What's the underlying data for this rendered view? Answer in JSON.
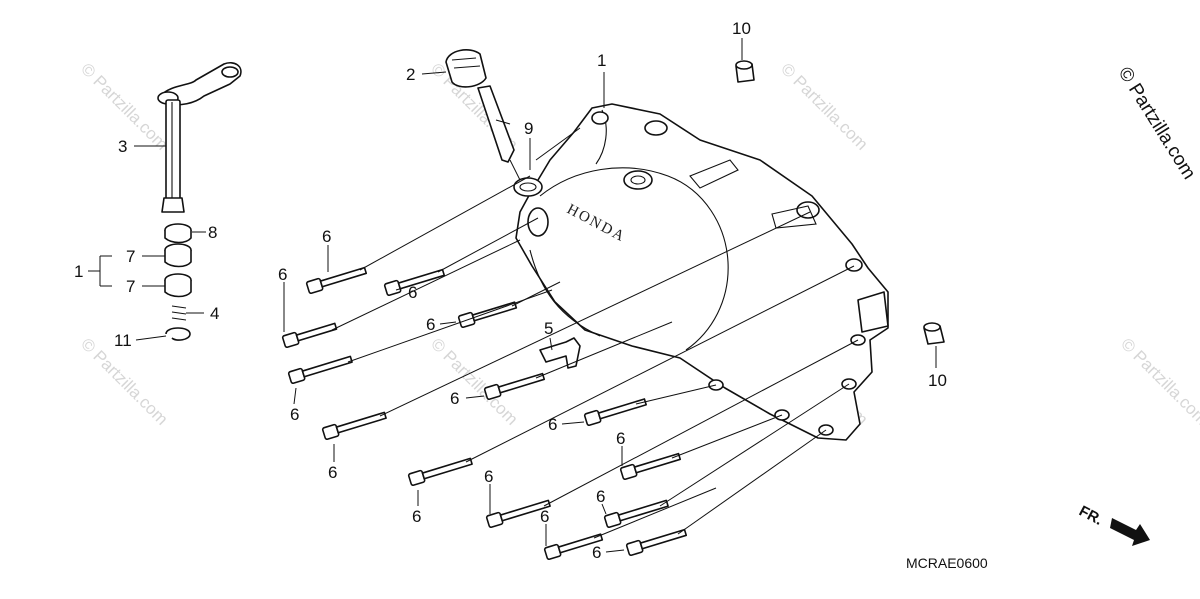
{
  "diagram_code": "MCRAE0600",
  "brand_text": "HONDA",
  "front_label": "FR.",
  "watermark_text": "© Partzilla.com",
  "callouts": {
    "c1_kit": "1",
    "c1_cover": "1",
    "c2": "2",
    "c3": "3",
    "c4": "4",
    "c5": "5",
    "c6": "6",
    "c7a": "7",
    "c7b": "7",
    "c8": "8",
    "c9": "9",
    "c10a": "10",
    "c10b": "10",
    "c11": "11"
  }
}
